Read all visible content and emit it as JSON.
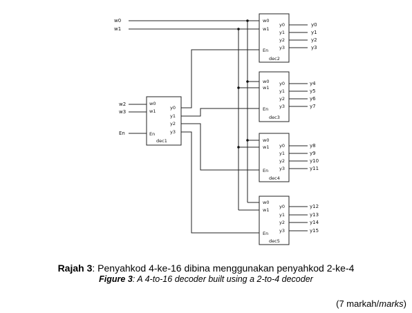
{
  "inputs": {
    "w0": "w0",
    "w1": "w1",
    "w2": "w2",
    "w3": "w3",
    "en": "En"
  },
  "pins": {
    "w0": "w0",
    "w1": "w1",
    "en": "En",
    "y0": "y0",
    "y1": "y1",
    "y2": "y2",
    "y3": "y3"
  },
  "decoders": {
    "dec1": "dec1",
    "dec2": "dec2",
    "dec3": "dec3",
    "dec4": "dec4",
    "dec5": "dec5"
  },
  "outputs": [
    "y0",
    "y1",
    "y2",
    "y3",
    "y4",
    "y5",
    "y6",
    "y7",
    "y8",
    "y9",
    "y10",
    "y11",
    "y12",
    "y13",
    "y14",
    "y15"
  ],
  "caption": {
    "malay_prefix": "Rajah 3",
    "malay_text": ": Penyahkod 4-ke-16 dibina menggunakan penyahkod 2-ke-4",
    "english_prefix": "Figure 3",
    "english_text": ": A 4-to-16 decoder built using a 2-to-4 decoder"
  },
  "marks": {
    "open": "(7 markah/",
    "italic": "marks",
    "close": ")"
  }
}
